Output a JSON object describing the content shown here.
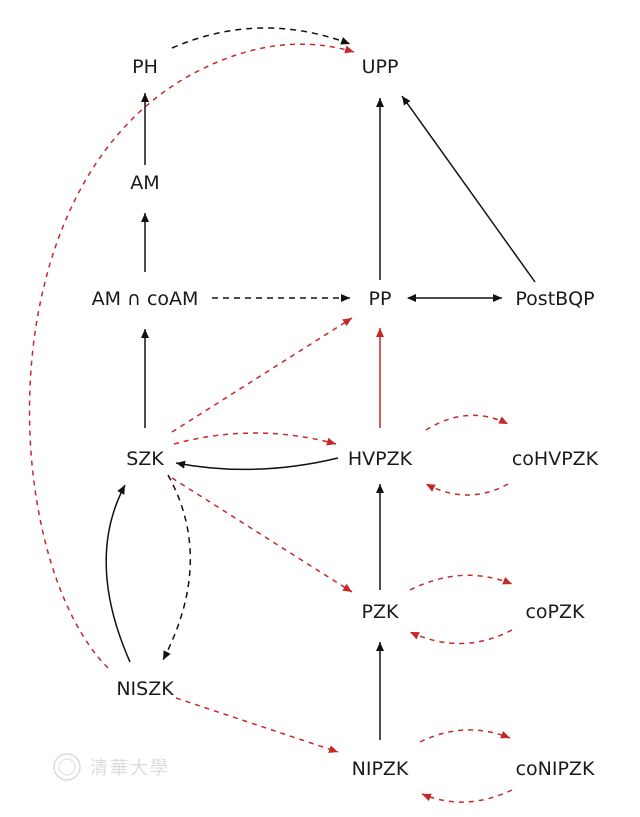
{
  "diagram": {
    "nodes": {
      "PH": "PH",
      "UPP": "UPP",
      "AM": "AM",
      "AMcoAM": "AM ∩ coAM",
      "PP": "PP",
      "PostBQP": "PostBQP",
      "SZK": "SZK",
      "HVPZK": "HVPZK",
      "coHVPZK": "coHVPZK",
      "PZK": "PZK",
      "coPZK": "coPZK",
      "NISZK": "NISZK",
      "NIPZK": "NIPZK",
      "coNIPZK": "coNIPZK"
    },
    "colors": {
      "solid": "#111111",
      "red_dashed": "#c62828",
      "black_dashed": "#111111"
    }
  },
  "watermark": {
    "text": "清華大學",
    "description": "university seal watermark"
  }
}
